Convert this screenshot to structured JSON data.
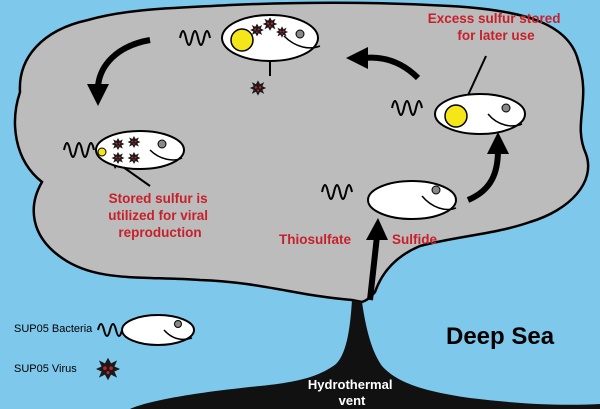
{
  "colors": {
    "ocean": "#7ec8ec",
    "plume": "#bcbcbc",
    "vent": "#111111",
    "sulfur": "#f5e619",
    "virus": "#1a1a1a",
    "virus_dots": "#c8202a",
    "annotation": "#c8202a"
  },
  "annotations": {
    "excess_sulfur_line1": "Excess sulfur stored",
    "excess_sulfur_line2": "for later use",
    "stored_sulfur_line1": "Stored sulfur is",
    "stored_sulfur_line2": "utilized for viral",
    "stored_sulfur_line3": "reproduction"
  },
  "inputs": {
    "thiosulfate": "Thiosulfate",
    "sulfide": "Sulfide"
  },
  "labels": {
    "deep_sea": "Deep Sea",
    "vent_line1": "Hydrothermal",
    "vent_line2": "vent"
  },
  "legend": {
    "bacteria_label": "SUP05 Bacteria",
    "virus_label": "SUP05 Virus"
  }
}
